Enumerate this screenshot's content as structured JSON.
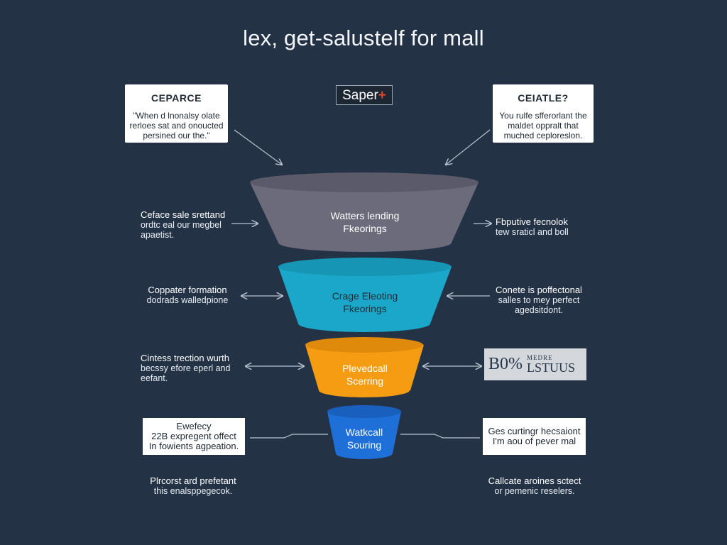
{
  "title": "lex, get-salustelf for mall",
  "logo": {
    "text": "Saper",
    "mark": "+"
  },
  "top_left_card": {
    "title": "CEPARCE",
    "body": "\"When d lnonalsy olate rerloes sat and onoucted persined our the.\""
  },
  "top_right_card": {
    "title": "CEIATLE?",
    "body": "You rulfe sfferorlant the maldet oppralt that muched ceploreslon."
  },
  "stages": [
    {
      "label_line1": "Watters lending",
      "label_line2": "Fkeorings",
      "color": "#6b6b7c"
    },
    {
      "label_line1": "Crage Eleoting",
      "label_line2": "Fkeorings",
      "color": "#1aa7c9"
    },
    {
      "label_line1": "Plevedcall",
      "label_line2": "Scerring",
      "color": "#f59c12"
    },
    {
      "label_line1": "Watkcall",
      "label_line2": "Souring",
      "color": "#1f6fd8"
    }
  ],
  "left_notes": [
    {
      "title": "Ceface sale srettand",
      "body": "ordtc eal our megbel apaetist."
    },
    {
      "title": "Coppater formation",
      "body": "dodrads walledpione"
    },
    {
      "title": "Cintess trection wurth",
      "body": "becssy efore eperl and eefant."
    }
  ],
  "right_notes": [
    {
      "title": "Fbputive fecnolok",
      "body": "tew sraticl and boll"
    },
    {
      "title": "Conete is poffectonal",
      "body": "salles to mey perfect agedsitdont."
    }
  ],
  "stat": {
    "value": "B0%",
    "small": "MEDRE",
    "big": "LSTUUS"
  },
  "bottom_left_card": {
    "line1": "Ewefecy",
    "line2": "22B expregent offect",
    "line3": "In fowients agpeation."
  },
  "bottom_right_card": {
    "line1": "Ges curtingr hecsaiont",
    "line2": "I'm aou of pever mal"
  },
  "footer_left": {
    "line1": "Plrcorst ard prefetant",
    "line2": "this enalsppegecok."
  },
  "footer_right": {
    "line1": "Callcate aroines sctect",
    "line2": "or pemenic reselers."
  },
  "colors": {
    "background": "#243246",
    "arrow": "#b9c3cf"
  }
}
